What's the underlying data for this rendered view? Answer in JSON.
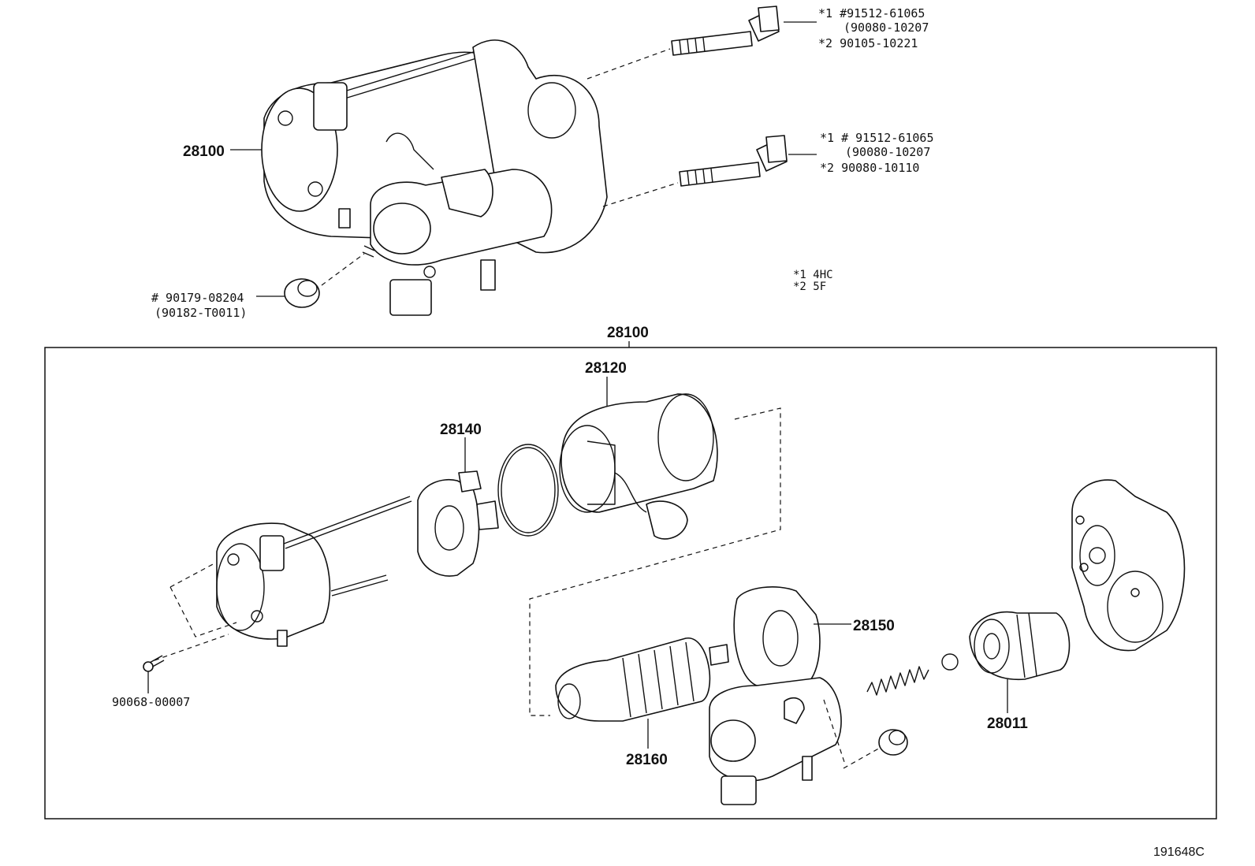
{
  "diagram": {
    "id": "191648C",
    "top_assembly": {
      "label": "28100",
      "bolt_upper": {
        "line1": "*1 #91512-61065",
        "line2": "(90080-10207",
        "line3": "*2  90105-10221"
      },
      "bolt_lower": {
        "line1": "*1 # 91512-61065",
        "line2": "(90080-10207",
        "line3": "*2  90080-10110"
      },
      "nut": {
        "line1": "# 90179-08204",
        "line2": "(90182-T0011)"
      },
      "legend": {
        "line1": "*1  4HC",
        "line2": "*2  5F"
      }
    },
    "exploded": {
      "box_label": "28100",
      "parts": {
        "p28120": "28120",
        "p28140": "28140",
        "p28150": "28150",
        "p28160": "28160",
        "p28011": "28011",
        "p90068": "90068-00007"
      }
    }
  }
}
